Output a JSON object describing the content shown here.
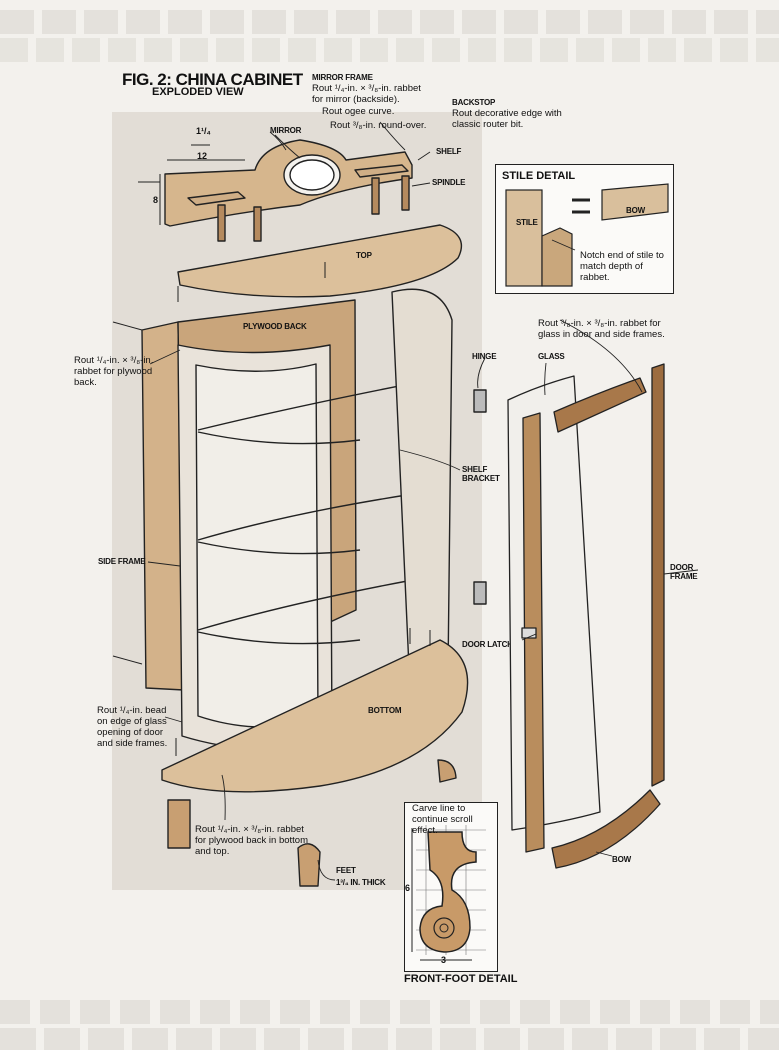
{
  "figure": {
    "title": "FIG. 2: CHINA CABINET",
    "subtitle": "EXPLODED VIEW"
  },
  "main_labels": {
    "mirror_frame_title": "MIRROR FRAME",
    "mirror_frame_note": "Rout ¹/₄-in. × ³/₈-in. rabbet for mirror (backside).",
    "ogee_note": "Rout ogee curve.",
    "roundover_note": "Rout ³/₈-in. round-over.",
    "backstop_title": "BACKSTOP",
    "backstop_note": "Rout decorative edge with classic router bit.",
    "mirror": "MIRROR",
    "shelf": "SHELF",
    "spindle": "SPINDLE",
    "top": "TOP",
    "plywood_back": "PLYWOOD BACK",
    "rabbet_back_note": "Rout ¹/₄-in. × ³/₈-in. rabbet for plywood back.",
    "hinge": "HINGE",
    "shelf_bracket": "SHELF BRACKET",
    "side_frame": "SIDE FRAME",
    "door_latch": "DOOR LATCH",
    "bottom": "BOTTOM",
    "bead_note": "Rout ¹/₄-in. bead on edge of glass opening of door and side frames.",
    "rabbet_bottom_note": "Rout ¹/₄-in. × ³/₈-in. rabbet for plywood back in bottom and top.",
    "feet_title": "FEET",
    "feet_note": "1³/₄ IN. THICK"
  },
  "dimensions": {
    "backstop_offset": "1¹/₄",
    "backstop_width": "12",
    "backstop_height": "8"
  },
  "stile_detail": {
    "title": "STILE DETAIL",
    "stile": "STILE",
    "bow": "BOW",
    "note": "Notch end of stile to match depth of rabbet."
  },
  "door_assembly": {
    "rabbet_note": "Rout ³/₈-in. × ³/₈-in. rabbet for glass in door and side frames.",
    "glass": "GLASS",
    "door_frame": "DOOR FRAME",
    "bow": "BOW"
  },
  "foot_detail": {
    "title": "FRONT-FOOT DETAIL",
    "note": "Carve line to continue scroll effect.",
    "height": "6",
    "width": "3"
  }
}
